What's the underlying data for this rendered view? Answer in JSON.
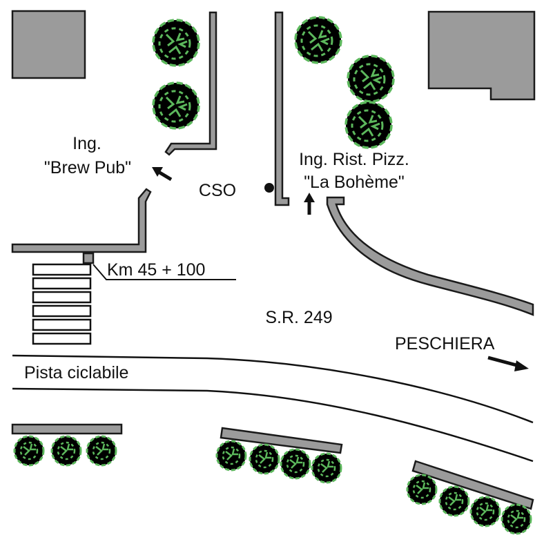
{
  "labels": {
    "brew_pub_line1": "Ing.",
    "brew_pub_line2": "\"Brew Pub\"",
    "cso": "CSO",
    "boheme_line1": "Ing. Rist. Pizz.",
    "boheme_line2": "\"La Bohème\"",
    "km_marker": "Km 45 + 100",
    "road_name": "S.R. 249",
    "direction": "PESCHIERA",
    "bike_lane": "Pista ciclabile"
  },
  "colors": {
    "building": "#9b9b9b",
    "tree": "#5cb85c",
    "line": "#111111",
    "background": "#ffffff"
  },
  "icons": {
    "tree": "tree-icon",
    "arrow": "arrow-icon",
    "point": "point-marker-icon"
  }
}
